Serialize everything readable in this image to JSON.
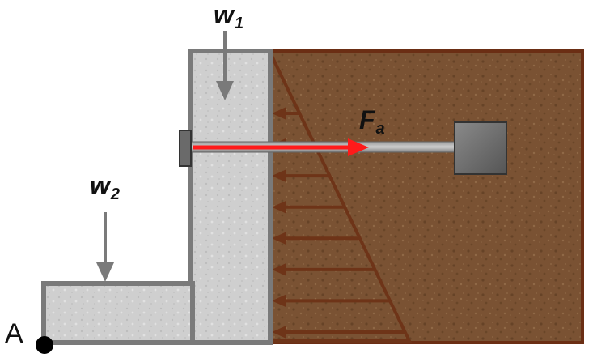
{
  "labels": {
    "w1": {
      "main": "w",
      "sub": "1"
    },
    "w2": {
      "main": "w",
      "sub": "2"
    },
    "fa": {
      "main": "F",
      "sub": "a"
    },
    "point_a": "A"
  },
  "colors": {
    "soil": "#7a5233",
    "soil_dark": "#5e3d22",
    "soil_border": "#6b2e14",
    "concrete": "#cfcfcf",
    "concrete_border": "#7a7a7a",
    "pressure_arrows": "#6e3418",
    "force_arrow": "#ff1a1a",
    "load_arrow": "#7a7a7a",
    "anchor_block": "#6a6a6a",
    "point": "#000000"
  },
  "pressure_arrows": {
    "count": 8
  }
}
